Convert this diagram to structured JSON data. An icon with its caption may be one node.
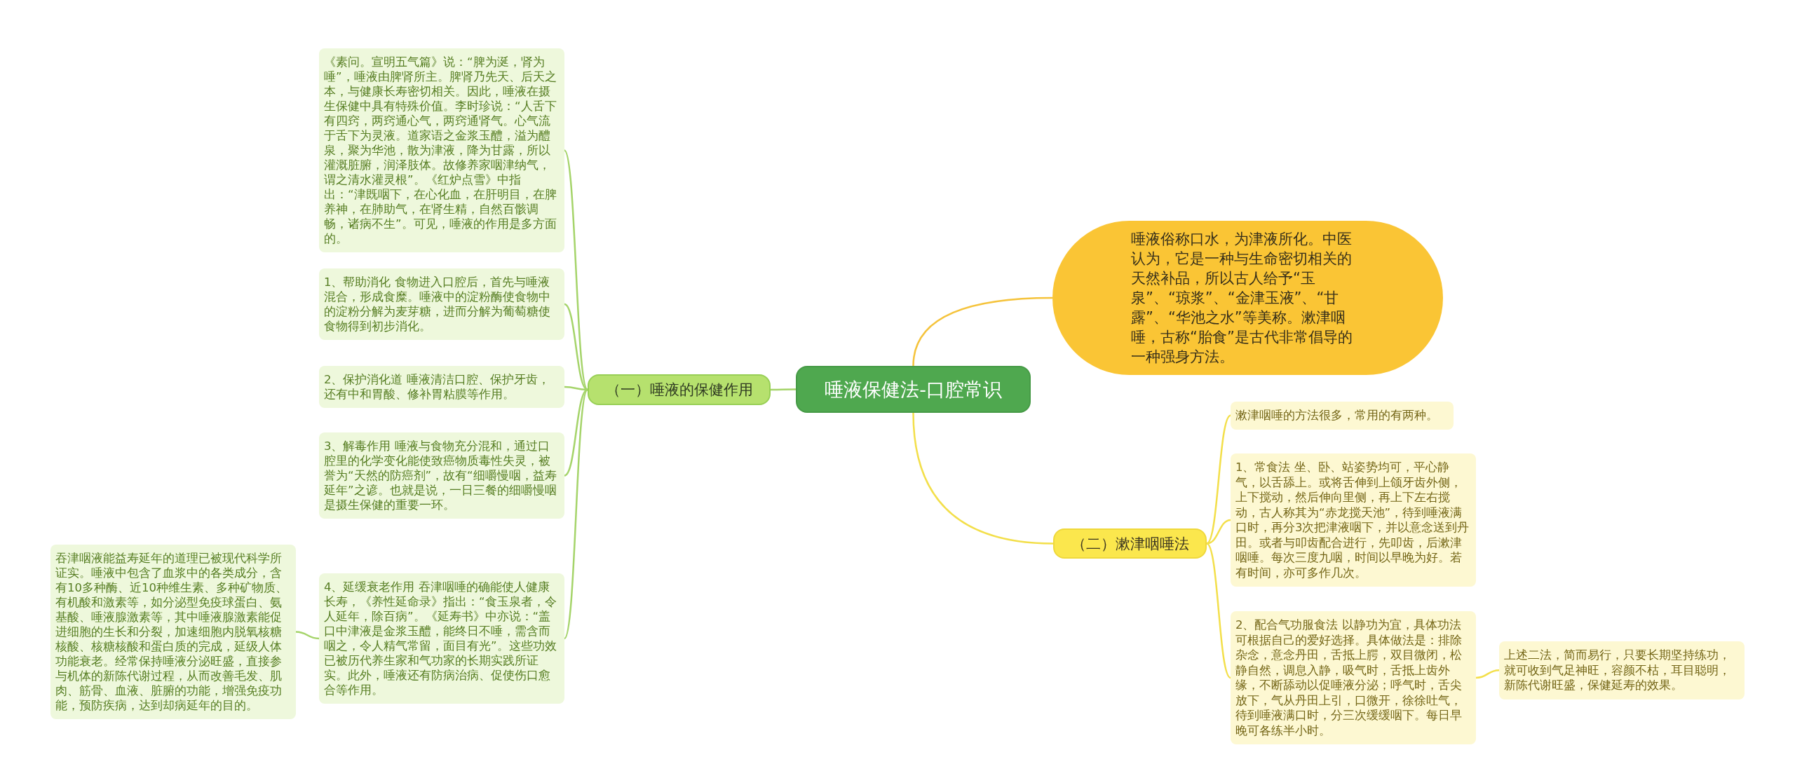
{
  "diagram": {
    "nodes": [
      {
        "text": [
          "唾液保健法-口腔常识"
        ]
      },
      {
        "text": [
          "（一）唾液的保健作用"
        ]
      },
      {
        "text": [
          "《素问。宣明五气篇》说：“脾为涎，肾为唾”，唾液由脾肾所主。脾肾乃先天、后天之本，与健康长寿密切相关。因此，唾液在摄生保健中具有特殊价值。李时珍说：“人舌下有四窍，两窍通心气，两窍通肾气。心气流于舌下为灵液。道家语之金浆玉醴，溢为醴泉，聚为华池，散为津液，降为甘露，所以灌溉脏腑，润泽肢体。故修养家咽津纳气，谓之清水灌灵根”。《红炉点雪》中指出：“津既咽下，在心化血，在肝明目，在脾养神，在肺助气，在肾生精，自然百骸调畅，诸病不生”。可见，唾液的作用是多方面的。"
        ]
      },
      {
        "text": [
          "1、帮助消化 食物进入口腔后，首先与唾液混合，形成食糜。唾液中的淀粉酶使食物中的淀粉分解为麦芽糖，进而分解为葡萄糖使食物得到初步消化。"
        ]
      },
      {
        "text": [
          "2、保护消化道 唾液清洁口腔、保护牙齿，还有中和胃酸、修补胃粘膜等作用。"
        ]
      },
      {
        "text": [
          "3、解毒作用 唾液与食物充分混和，通过口腔里的化学变化能使致癌物质毒性失灵，被誉为“天然的防癌剂”，故有“细嚼慢咽，益寿延年”之谚。也就是说，一日三餐的细嚼慢咽是摄生保健的重要一环。"
        ]
      },
      {
        "text": [
          "4、延缓衰老作用 吞津咽唾的确能使人健康长寿，《养性延命录》指出：“食玉泉者，令人延年，除百病”。《延寿书》中亦说：“盖口中津液是金浆玉醴，能终日不唾，需含而咽之，令人精气常留，面目有光”。这些功效已被历代养生家和气功家的长期实践所证实。此外，唾液还有防病治病、促使伤口愈合等作用。"
        ]
      },
      {
        "text": [
          "吞津咽液能益寿延年的道理已被现代科学所证实。唾液中包含了血浆中的各类成分，含有10多种酶、近10种维生素、多种矿物质、有机酸和激素等，如分泌型免疫球蛋白、氨基酸、唾液腺激素等，其中唾液腺激素能促进细胞的生长和分裂，加速细胞内脱氧核糖核酸、核糖核酸和蛋白质的完成，延级人体功能衰老。经常保持唾液分泌旺盛，直接参与机体的新陈代谢过程，从而改善毛发、肌肉、筋骨、血液、脏腑的功能，增强免疫功能，预防疾病，达到却病延年的目的。"
        ]
      },
      {
        "text": [
          "唾液俗称口水，为津液所化。中医认为，它是一种与生命密切相关的天然补品，所以古人给予“玉泉”、“琼浆”、“金津玉液”、“甘露”、“华池之水”等美称。漱津咽唾，古称“胎食”是古代非常倡导的一种强身方法。"
        ]
      },
      {
        "text": [
          "（二）漱津咽唾法"
        ]
      },
      {
        "text": [
          "漱津咽唾的方法很多，常用的有两种。"
        ]
      },
      {
        "text": [
          "1、常食法 坐、卧、站姿势均可，平心静气，以舌舔上。或将舌伸到上颌牙齿外侧，上下搅动，然后伸向里侧，再上下左右搅动，古人称其为“赤龙搅天池”，待到唾液满口时，再分3次把津液咽下，并以意念送到丹田。或者与叩齿配合进行，先叩齿，后漱津咽唾。每次三度九咽，时间以早晚为好。若有时间，亦可多作几次。"
        ]
      },
      {
        "text": [
          "2、配合气功服食法 以静功为宜，具体功法可根据自己的爱好选择。具体做法是：排除杂念，意念丹田，舌抵上腭，双目微闭，松静自然，调息入静，吸气时，舌抵上齿外缘，不断舔动以促唾液分泌；呼气时，舌尖放下，气从丹田上引，口微开，徐徐吐气，待到唾液满口时，分三次缓缓咽下。每日早晚可各练半小时。"
        ]
      },
      {
        "text": [
          "上述二法，简而易行，只要长期坚持练功，就可收到气足神旺，容颜不枯，耳目聪明，新陈代谢旺盛，保健延寿的效果。"
        ]
      }
    ],
    "edges": [
      {
        "from": 0,
        "to": 1,
        "arrow": "none"
      },
      {
        "from": 1,
        "to": 2,
        "arrow": "none"
      },
      {
        "from": 1,
        "to": 3,
        "arrow": "none"
      },
      {
        "from": 1,
        "to": 4,
        "arrow": "none"
      },
      {
        "from": 1,
        "to": 5,
        "arrow": "none"
      },
      {
        "from": 1,
        "to": 6,
        "arrow": "none"
      },
      {
        "from": 6,
        "to": 7,
        "arrow": "none"
      },
      {
        "from": 0,
        "to": 8,
        "arrow": "none",
        "color": "#f5c33b"
      },
      {
        "from": 0,
        "to": 9,
        "arrow": "none",
        "color": "#f3df4a"
      },
      {
        "from": 9,
        "to": 10,
        "arrow": "none",
        "color": "#f3df4a"
      },
      {
        "from": 9,
        "to": 11,
        "arrow": "none",
        "color": "#f3df4a"
      },
      {
        "from": 9,
        "to": 12,
        "arrow": "none",
        "color": "#f3df4a"
      },
      {
        "from": 12,
        "to": 13,
        "arrow": "none",
        "color": "#f3df4a"
      }
    ]
  }
}
